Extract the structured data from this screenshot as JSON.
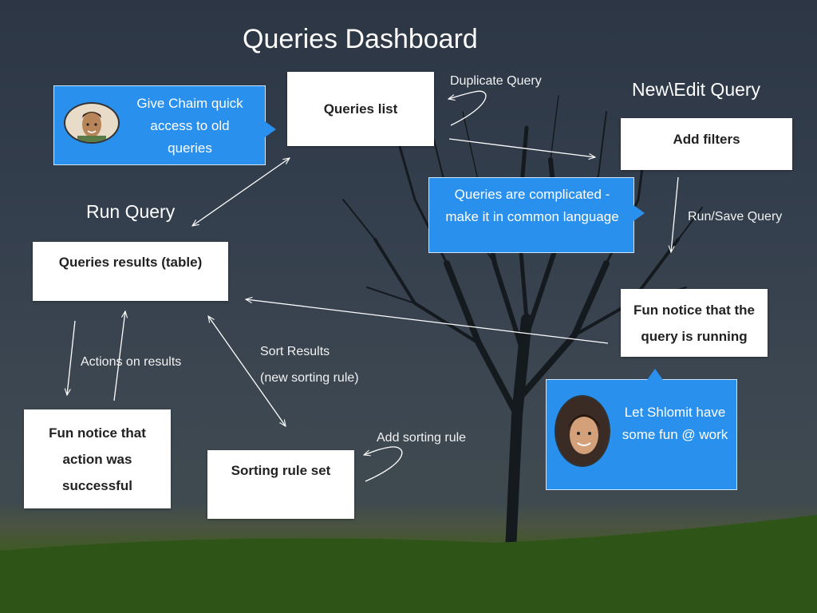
{
  "title": "Queries Dashboard",
  "sections": {
    "new_edit_query": "New\\Edit Query",
    "run_query": "Run Query"
  },
  "boxes": {
    "queries_list": "Queries list",
    "add_filters": "Add filters",
    "queries_results": "Queries results (table)",
    "fun_notice_running": "Fun notice that the query is running",
    "fun_notice_action": "Fun notice that action was successful",
    "sorting_rule_set": "Sorting rule set"
  },
  "edge_labels": {
    "duplicate_query": "Duplicate Query",
    "run_save_query": "Run/Save Query",
    "actions_on_results": "Actions on results",
    "sort_results": "Sort Results",
    "new_sorting_rule": "(new sorting rule)",
    "add_sorting_rule": "Add sorting rule"
  },
  "callouts": {
    "chaim": "Give Chaim quick access to old queries",
    "complicated": "Queries are complicated - make it in common language",
    "shlomit": "Let Shlomit have some fun @ work"
  },
  "colors": {
    "callout_blue": "#2a90ee",
    "box_white": "#ffffff",
    "arrow": "#ffffff"
  }
}
